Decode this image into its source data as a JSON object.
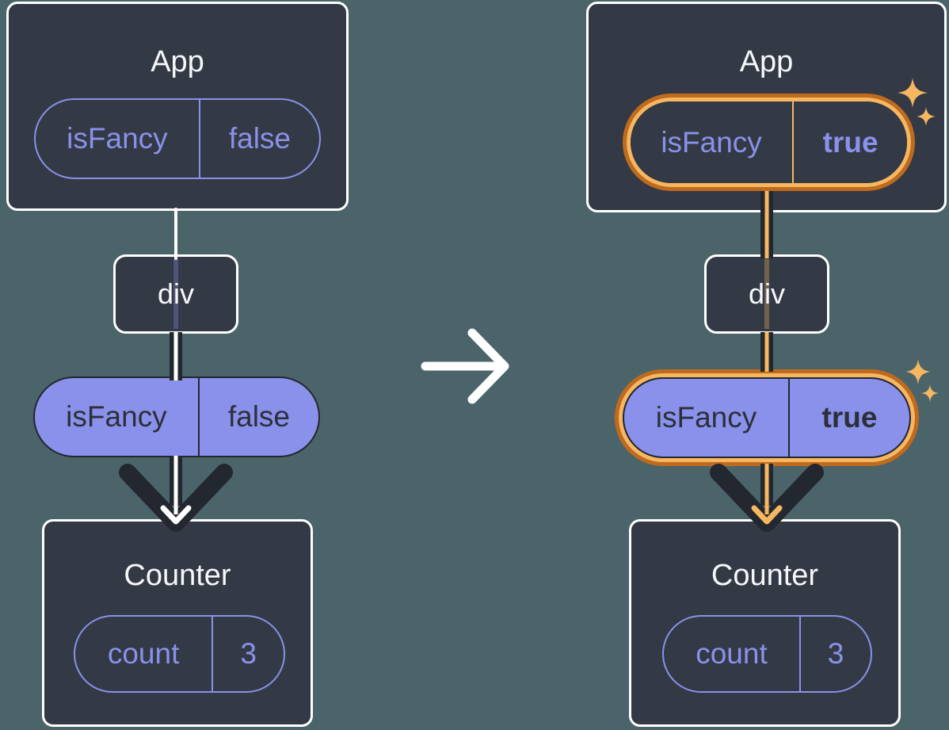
{
  "diagram": {
    "before": {
      "app": {
        "title": "App"
      },
      "app_state": {
        "name": "isFancy",
        "value": "false"
      },
      "div_node": {
        "label": "div"
      },
      "prop": {
        "name": "isFancy",
        "value": "false"
      },
      "counter": {
        "title": "Counter"
      },
      "counter_state": {
        "name": "count",
        "value": "3"
      }
    },
    "after": {
      "app": {
        "title": "App"
      },
      "app_state": {
        "name": "isFancy",
        "value": "true"
      },
      "div_node": {
        "label": "div"
      },
      "prop": {
        "name": "isFancy",
        "value": "true"
      },
      "counter": {
        "title": "Counter"
      },
      "counter_state": {
        "name": "count",
        "value": "3"
      }
    },
    "icons": {
      "transition": "arrow-right-icon",
      "highlight": "sparkle-icon"
    },
    "colors": {
      "background": "#4b646a",
      "node_fill": "#333a45",
      "node_border": "#ffffff",
      "purple": "#8a91ea",
      "dark": "#23272f",
      "orange_dark": "#c06a1e",
      "orange_light": "#f7b761",
      "title_text": "#f6f7f9",
      "filled_pill_text": "#2b303a"
    }
  }
}
